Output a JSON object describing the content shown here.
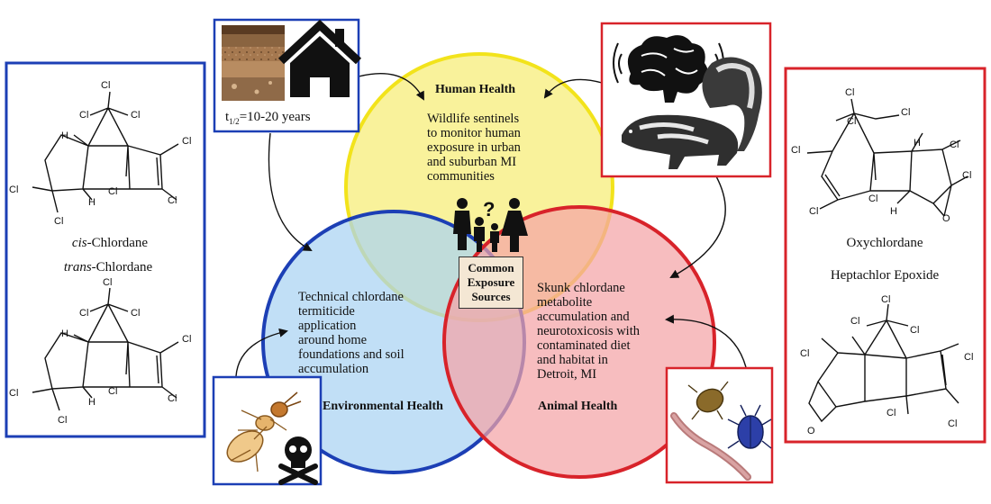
{
  "human_health": {
    "title": "Human Health",
    "text": [
      "Wildlife sentinels",
      "to monitor human",
      "exposure in urban",
      "and suburban MI",
      "communities"
    ]
  },
  "environmental_health": {
    "title": "Environmental Health",
    "text": [
      "Technical chlordane",
      "termiticide",
      "application",
      "around home",
      "foundations and soil",
      "accumulation"
    ]
  },
  "animal_health": {
    "title": "Animal Health",
    "text": [
      "Skunk chlordane",
      "metabolite",
      "accumulation and",
      "neurotoxicosis with",
      "contaminated diet",
      "and habitat in",
      "Detroit, MI"
    ]
  },
  "common": {
    "line1": "Common",
    "line2": "Exposure",
    "line3": "Sources"
  },
  "half_life": {
    "prefix": "t",
    "sub": "1/2",
    "value": "=10-20 years"
  },
  "left_panel": {
    "name1": "cis",
    "name1_suffix": "-Chlordane",
    "name2": "trans",
    "name2_suffix": "-Chlordane"
  },
  "right_panel": {
    "name1": "Oxychlordane",
    "name2": "Heptachlor Epoxide"
  },
  "atoms": {
    "cl": "Cl",
    "h": "H",
    "o": "O"
  },
  "question_mark": "?",
  "colors": {
    "human": "#f8f089",
    "human_stroke": "#f2e31b",
    "environment": "#a9d3f3",
    "environment_stroke": "#1c3fb5",
    "animal": "#f4a3a6",
    "animal_stroke": "#d8232a",
    "left_frame": "#1c3fb5",
    "right_frame": "#d8232a",
    "common_box": "#f4e7d4"
  },
  "icons": [
    "soil-house-icon",
    "brain-icon",
    "skunk-icon",
    "termite-icon",
    "skull-crossbones-icon",
    "earthworm-icon",
    "beetle-icon",
    "family-icon"
  ]
}
